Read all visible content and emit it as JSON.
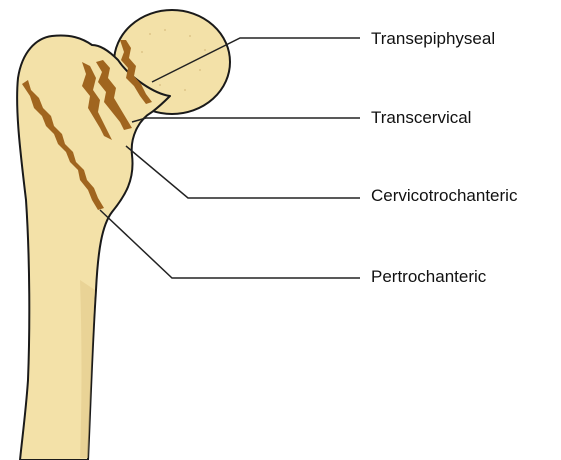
{
  "labels": [
    "Transepiphyseal",
    "Transcervical",
    "Cervicotrochanteric",
    "Pertrochanteric"
  ],
  "colors": {
    "bone_fill": "#F3E1A8",
    "bone_shade": "#E3C98A",
    "outline": "#1A1A1A",
    "fracture": "#A0651F",
    "leader_line": "#222222",
    "background": "#FFFFFF"
  }
}
